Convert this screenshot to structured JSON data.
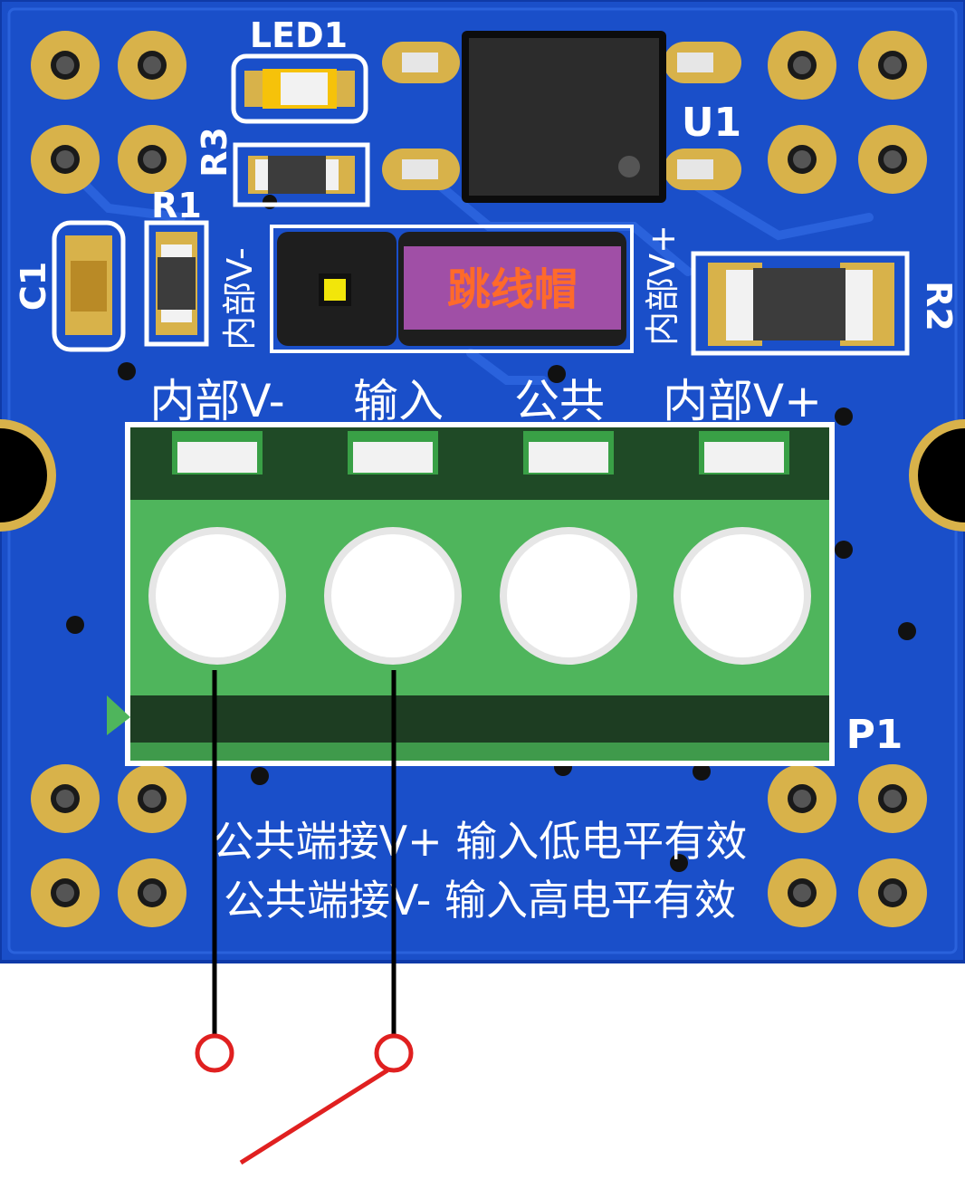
{
  "board": {
    "refs": {
      "led1": "LED1",
      "u1": "U1",
      "r1": "R1",
      "r2": "R2",
      "r3": "R3",
      "c1": "C1",
      "p1": "P1"
    },
    "jumper_cap": "跳线帽",
    "vertical_left": "内部V-",
    "vertical_right": "内部V+",
    "terminal_labels": [
      "内部V-",
      "输入",
      "公共",
      "内部V+"
    ],
    "notes": [
      "公共端接V+  输入低电平有效",
      "公共端接V-  输入高电平有效"
    ]
  },
  "colors": {
    "pcb": "#1a4fc9",
    "pcb_edge": "#0f3aa8",
    "gold": "#d8b24a",
    "terminal_green": "#4fb55c",
    "terminal_dark": "#1d3d22",
    "jumper_purple": "#a04fa6",
    "jumper_text": "#ff6a2a",
    "switch_red": "#e02020"
  }
}
